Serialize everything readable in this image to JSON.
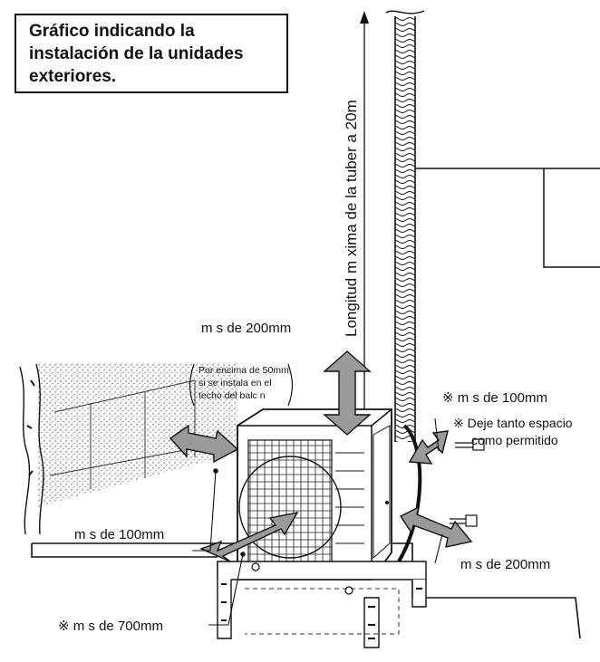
{
  "title": {
    "lines": [
      "Gráfico indicando la",
      "instalación de la unidades",
      "exteriores."
    ]
  },
  "labels": {
    "pipe_length": "Longitud m xima de la tuber a  20m",
    "top_clearance": "m s de 200mm",
    "balcony_note": [
      "Por encima de 50mm",
      "si se instala en el",
      "techo del balc n"
    ],
    "right_clearance": "※ m s de 100mm",
    "leave_space": [
      "※ Deje tanto espacio",
      "como permitido"
    ],
    "left_clearance": "m s de 100mm",
    "rear_clearance": "m s de 200mm",
    "front_clearance": "※ m s de 700mm"
  },
  "colors": {
    "line": "#111111",
    "arrow_fill": "#9a9a9a",
    "stipple": "#555555"
  }
}
